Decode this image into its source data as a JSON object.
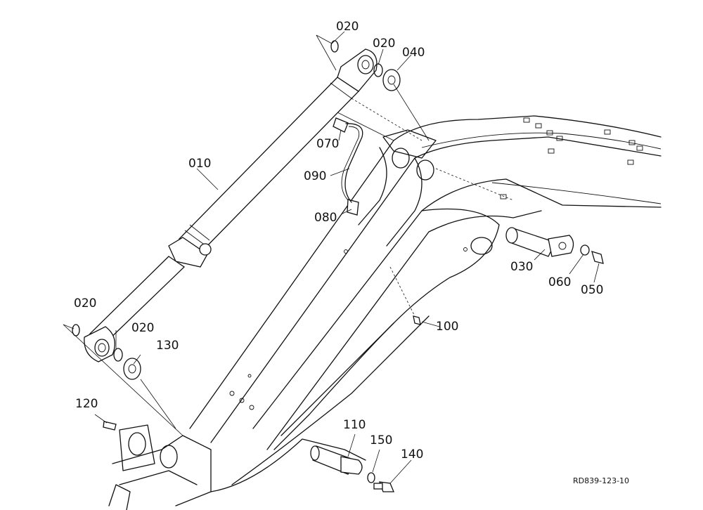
{
  "callouts": {
    "c020a": "020",
    "c020b": "020",
    "c040": "040",
    "c070": "070",
    "c010": "010",
    "c090": "090",
    "c080": "080",
    "c030": "030",
    "c060": "060",
    "c050": "050",
    "c020c": "020",
    "c020d": "020",
    "c130": "130",
    "c100": "100",
    "c120": "120",
    "c110": "110",
    "c150": "150",
    "c140": "140"
  },
  "reference_code": "RD839-123-10"
}
